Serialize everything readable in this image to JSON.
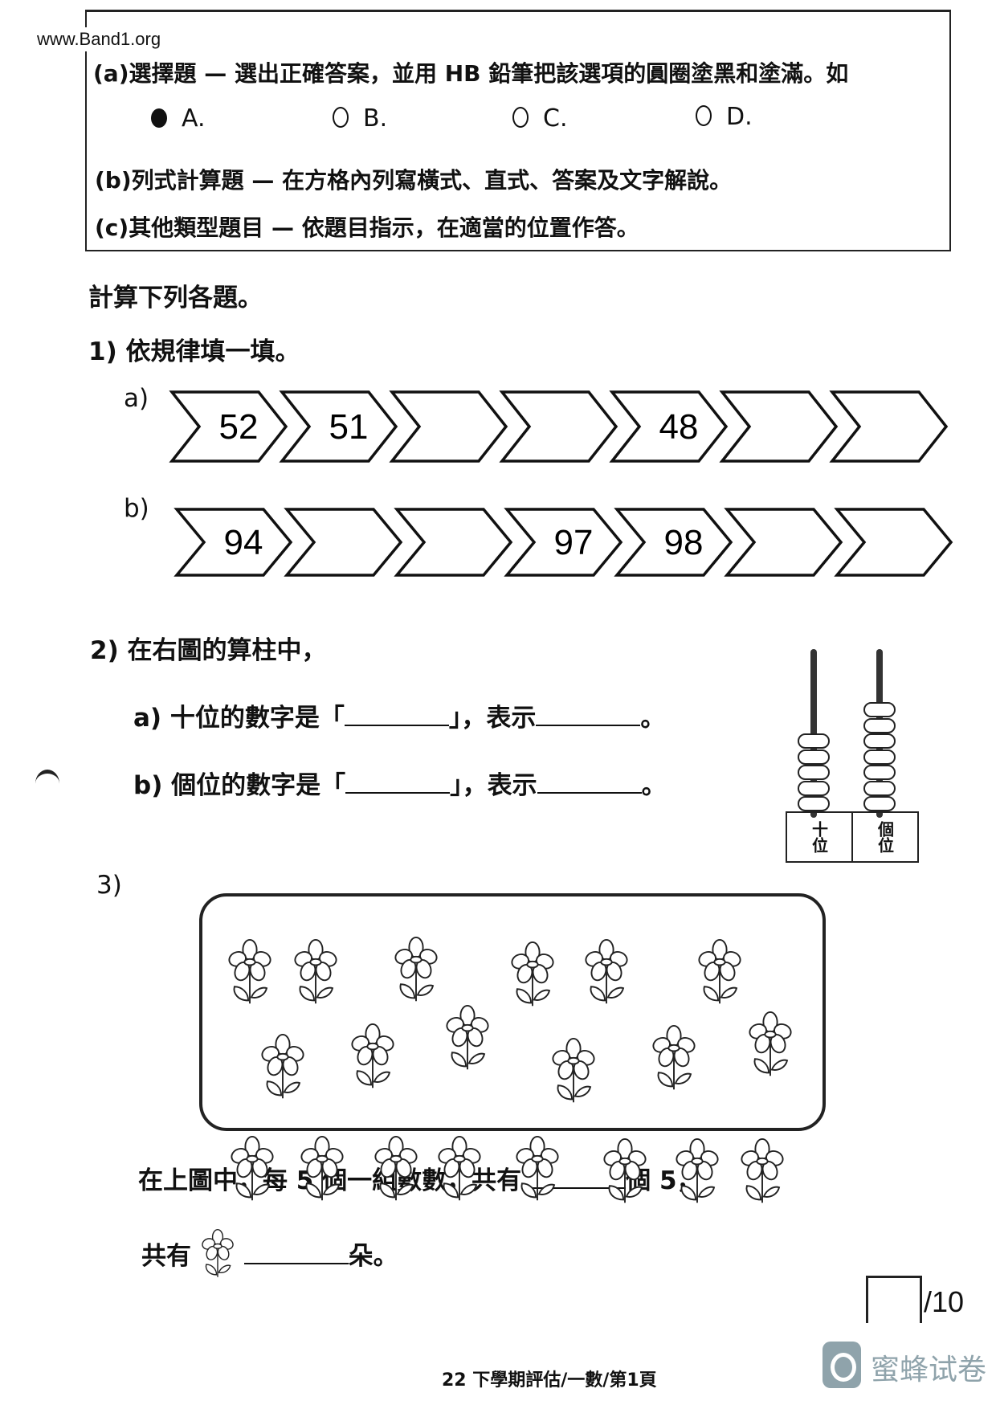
{
  "watermark_top": "www.Band1.org",
  "instructions": {
    "a": "(a)選擇題 — 選出正確答案，並用 HB 鉛筆把該選項的圓圈塗黑和塗滿。如",
    "options": [
      {
        "label": "A.",
        "filled": true
      },
      {
        "label": "B.",
        "filled": false
      },
      {
        "label": "C.",
        "filled": false
      },
      {
        "label": "D.",
        "filled": false
      }
    ],
    "b": "(b)列式計算題 — 在方格內列寫橫式、直式、答案及文字解說。",
    "c": "(c)其他類型題目 — 依題目指示，在適當的位置作答。"
  },
  "section_title": "計算下列各題。",
  "q1": {
    "title": "1) 依規律填一填。",
    "a_label": "a)",
    "b_label": "b)",
    "row_a": [
      "52",
      "51",
      "",
      "",
      "48",
      "",
      ""
    ],
    "row_b": [
      "94",
      "",
      "",
      "97",
      "98",
      "",
      ""
    ]
  },
  "q2": {
    "title": "2) 在右圖的算柱中，",
    "a_prefix": "a) 十位的數字是「",
    "a_mid": "」，表示",
    "b_prefix": "b) 個位的數字是「",
    "b_mid": "」，表示",
    "end": "。",
    "abacus": {
      "tens_label": "十位",
      "ones_label": "個位",
      "tens_beads": 5,
      "ones_beads": 7
    }
  },
  "q3": {
    "title": "3)",
    "flower_count": 20,
    "line1_prefix": "在上圖中，每 5 個一組數數，共有",
    "line1_suffix": "個 5，",
    "line2_prefix": "共有",
    "line2_suffix": "朵。"
  },
  "score": {
    "total": "/10"
  },
  "footer": "22 下學期評估/一數/第1頁",
  "watermark_bottom": "蜜蜂试卷",
  "colors": {
    "watermark": "#8fa3ab"
  }
}
